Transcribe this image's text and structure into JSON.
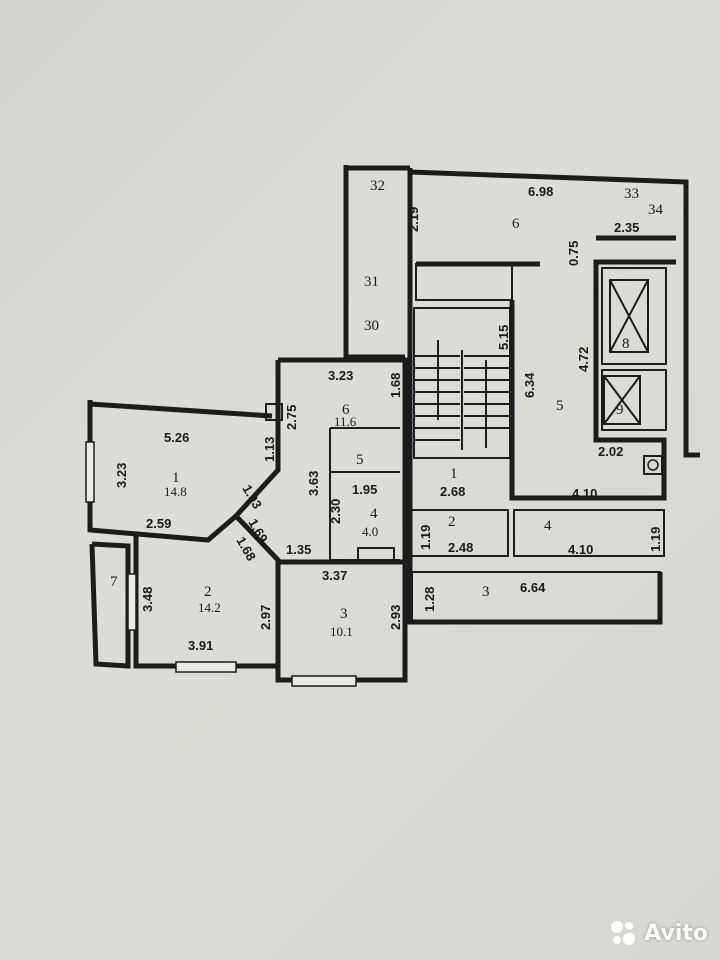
{
  "plan": {
    "labels": {
      "d_698": "6.98",
      "d_219": "2.19",
      "d_075": "0.75",
      "d_235": "2.35",
      "d_515": "5.15",
      "d_634": "6.34",
      "d_472": "4.72",
      "d_323a": "3.23",
      "d_168": "1.68",
      "d_275": "2.75",
      "d_526": "5.26",
      "d_113": "1.13",
      "d_323b": "3.23",
      "d_363": "3.63",
      "d_195": "1.95",
      "d_230": "2.30",
      "d_193": "1.93",
      "d_259": "2.59",
      "d_169": "1.69",
      "d_168b": "1.68",
      "d_135": "1.35",
      "d_348": "3.48",
      "d_297": "2.97",
      "d_337": "3.37",
      "d_293": "2.93",
      "d_391": "3.91",
      "d_202": "2.02",
      "d_268": "2.68",
      "d_410a": "4.10",
      "d_119a": "1.19",
      "d_248": "2.48",
      "d_410b": "4.10",
      "d_119b": "1.19",
      "d_128": "1.28",
      "d_664": "6.64"
    },
    "rooms": {
      "r32": "32",
      "r33": "33",
      "r34": "34",
      "r31": "31",
      "r30": "30",
      "r6top": "6",
      "r8": "8",
      "r9": "9",
      "r5right": "5",
      "r6apt": "6",
      "r6apt_area": "11.6",
      "r1apt": "1",
      "r1apt_area": "14.8",
      "r5apt": "5",
      "r4apt": "4",
      "r4apt_area": "4.0",
      "r7": "7",
      "r2apt": "2",
      "r2apt_area": "14.2",
      "r3apt": "3",
      "r3apt_area": "10.1",
      "r1hall": "1",
      "r2hall": "2",
      "r4hall": "4",
      "r3hall": "3"
    }
  },
  "watermark": {
    "text": "Avito"
  }
}
